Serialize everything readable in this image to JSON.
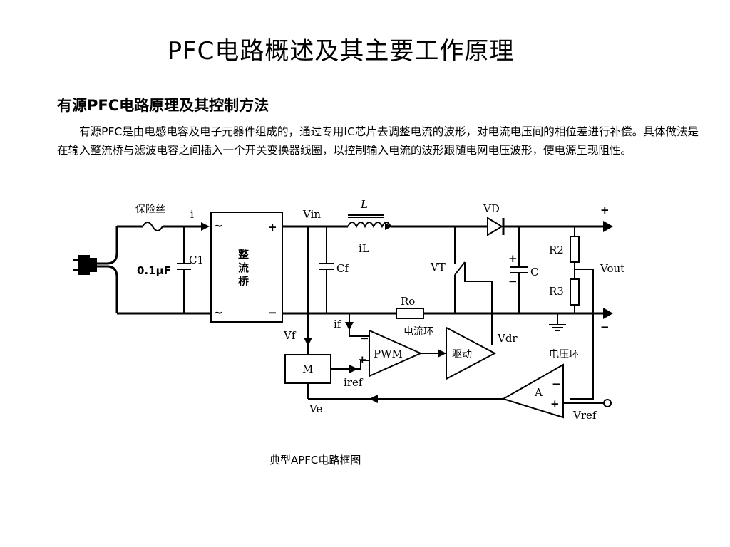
{
  "slide": {
    "title": "PFC电路概述及其主要工作原理",
    "subtitle": "有源PFC电路原理及其控制方法",
    "paragraph": "有源PFC是由电感电容及电子元器件组成的，通过专用IC芯片去调整电流的波形，对电流电压间的相位差进行补偿。具体做法是在输入整流桥与滤波电容之间插入一个开关变换器线圈，以控制输入电流的波形跟随电网电压波形，使电源呈现阻性。",
    "caption": "典型APFC电路框图"
  },
  "diagram": {
    "labels": {
      "fuse": "保险丝",
      "i": "i",
      "cap_value": "0.1μF",
      "c1": "C1",
      "rectifier": [
        "整",
        "流",
        "桥"
      ],
      "rect_plus": "+",
      "rect_minus": "−",
      "ac_top": "~",
      "ac_bottom": "~",
      "vin": "Vin",
      "cf": "Cf",
      "inductor": "L",
      "il": "iL",
      "vd": "VD",
      "vt": "VT",
      "cap_plus": "+",
      "cap_minus": "−",
      "c": "C",
      "r2": "R2",
      "r3": "R3",
      "vout": "Vout",
      "out_plus": "+",
      "out_minus": "−",
      "ro": "Ro",
      "if": "if",
      "vf": "Vf",
      "m": "M",
      "iref": "iref",
      "ve": "Ve",
      "pwm": "PWM",
      "pwm_minus": "−",
      "pwm_plus": "+",
      "current_loop": "电流环",
      "driver": "驱动",
      "vdr": "Vdr",
      "voltage_loop": "电压环",
      "amp": "A",
      "amp_minus": "−",
      "amp_plus": "+",
      "vref": "Vref"
    }
  }
}
